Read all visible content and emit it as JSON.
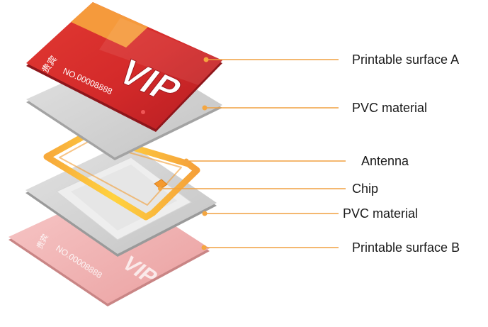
{
  "diagram": {
    "labels": {
      "surface_a": "Printable surface A",
      "pvc_top": "PVC material",
      "antenna": "Antenna",
      "chip": "Chip",
      "pvc_bottom": "PVC material",
      "surface_b": "Printable surface B"
    },
    "card_front": {
      "vip_text": "VIP",
      "card_number": "NO.00008888",
      "vertical_text": "贵宾"
    },
    "card_back": {
      "card_number": "NO.00008888",
      "vip_text": "VIP",
      "vertical_text": "贵宾"
    }
  },
  "colors": {
    "callout_line": "#f0a040",
    "callout_dot": "#f4a640",
    "card_red": "#d42a2a",
    "card_red_dark": "#b51d22",
    "stripe_orange": "#f59a3c",
    "pvc_gray": "#d2d2d2",
    "antenna_orange": "#f7a93b",
    "antenna_yellow": "#ffd23f",
    "surface_b_pink": "#f3b4b4"
  }
}
